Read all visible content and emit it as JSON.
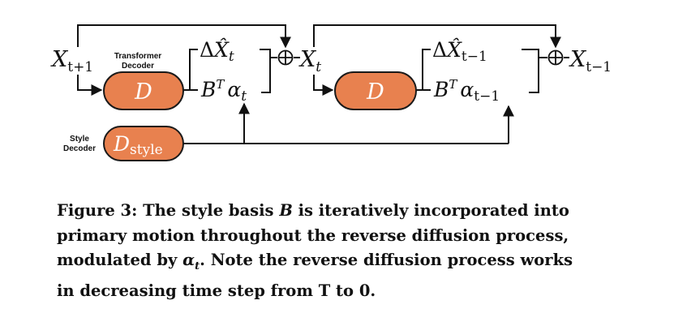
{
  "diagram": {
    "nodes": {
      "decoder_1": {
        "symbol": "D"
      },
      "decoder_2": {
        "symbol": "D"
      },
      "style_decoder": {
        "symbol": "D",
        "subscript": "style"
      }
    },
    "side_labels": {
      "transformer_line1": "Transformer",
      "transformer_line2": "Decoder",
      "style_line1": "Style",
      "style_line2": "Decoder"
    },
    "variables": {
      "x_in": {
        "base": "X",
        "sub": "t+1"
      },
      "x_mid": {
        "base": "X",
        "sub": "t"
      },
      "x_out": {
        "base": "X",
        "sub": "t−1"
      },
      "delta_1": {
        "prefix": "Δ",
        "base": "X̂",
        "sub": "t"
      },
      "delta_2": {
        "prefix": "Δ",
        "base": "X̂",
        "sub": "t−1"
      },
      "style_term_1": {
        "b": "B",
        "sup": "T",
        "alpha": "α",
        "sub": "t"
      },
      "style_term_2": {
        "b": "B",
        "sup": "T",
        "alpha": "α",
        "sub": "t−1"
      }
    },
    "colors": {
      "box_fill": "#e8814f",
      "box_stroke": "#1a1a1a",
      "line": "#111111"
    }
  },
  "caption": {
    "line1_a": "Figure 3: The style basis ",
    "line1_var": "B",
    "line1_b": " is iteratively incorporated into",
    "line2": "primary motion throughout the reverse diffusion process,",
    "line3_a": "modulated by ",
    "line3_alpha": "α",
    "line3_sub": "t",
    "line3_b": ". Note the reverse diffusion process works",
    "line4": "in decreasing time step from T to 0."
  }
}
